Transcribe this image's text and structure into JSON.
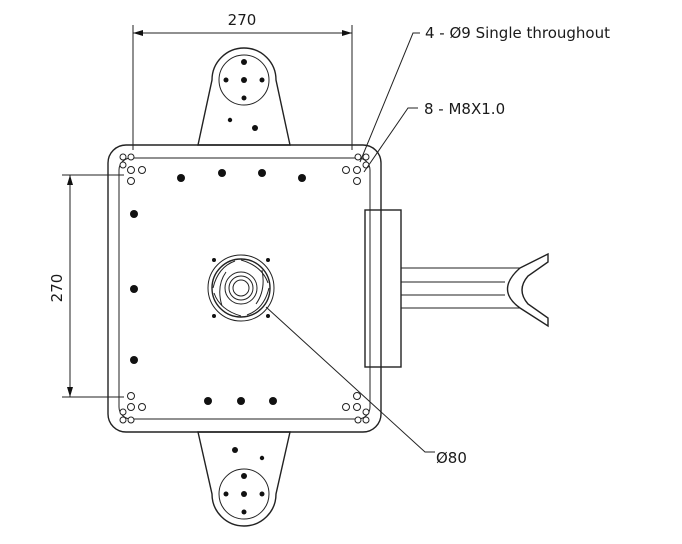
{
  "dimensions": {
    "top_width": "270",
    "left_height": "270"
  },
  "callouts": {
    "through_holes": "4 - Ø9  Single throughout",
    "threaded_holes": "8 - M8X1.0",
    "center_bore": "Ø80"
  }
}
